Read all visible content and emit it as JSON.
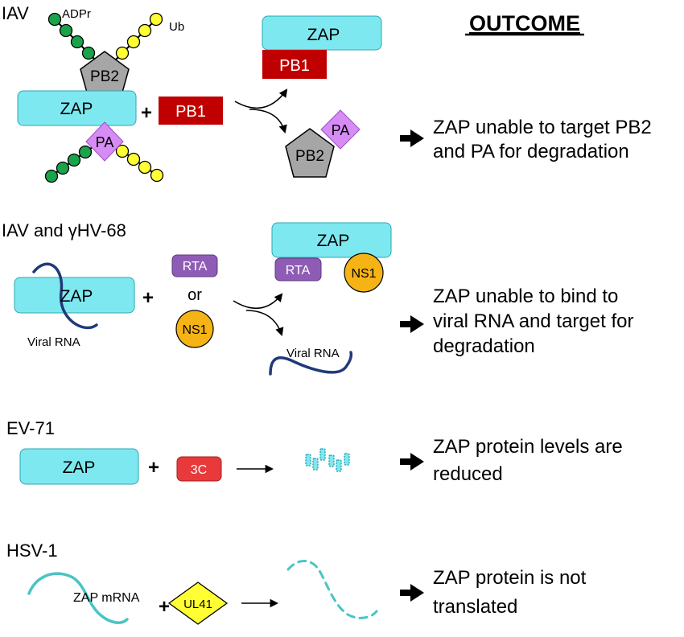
{
  "outcome_header": "OUTCOME",
  "colors": {
    "zap": "#7ee8f0",
    "pb1": "#c00000",
    "pentagon": "#a6a6a6",
    "pa": "#d78cf5",
    "adpr": "#1aa34a",
    "ub": "#ffff33",
    "rta": "#8e5cb5",
    "ns1": "#f5b316",
    "viral_rna": "#1f3a7a",
    "c3": "#e83a3a",
    "ul41": "#ffff33",
    "zap_mrna": "#49c4c4"
  },
  "panels": [
    {
      "title": "IAV",
      "labels": {
        "adpr": "ADPr",
        "ub": "Ub",
        "pb2": "PB2",
        "zap": "ZAP",
        "pa": "PA",
        "plus": "+",
        "pb1": "PB1",
        "product_zap": "ZAP",
        "product_pb1": "PB1",
        "product_pb2": "PB2",
        "product_pa": "PA"
      },
      "outcome": [
        "ZAP unable to target PB2",
        "and PA for degradation"
      ]
    },
    {
      "title": "IAV and γHV-68",
      "labels": {
        "zap": "ZAP",
        "viral_rna": "Viral RNA",
        "plus": "+",
        "rta": "RTA",
        "or": "or",
        "ns1": "NS1",
        "product_zap": "ZAP",
        "product_rta": "RTA",
        "product_ns1": "NS1",
        "product_viral_rna": "Viral RNA"
      },
      "outcome": [
        "ZAP unable to bind to",
        "viral RNA and target for",
        "degradation"
      ]
    },
    {
      "title": "EV-71",
      "labels": {
        "zap": "ZAP",
        "plus": "+",
        "c3": "3C"
      },
      "outcome": [
        "ZAP protein levels are",
        "reduced"
      ]
    },
    {
      "title": "HSV-1",
      "labels": {
        "zap_mrna": "ZAP mRNA",
        "plus": "+",
        "ul41": "UL41"
      },
      "outcome": [
        "ZAP protein is not",
        "translated"
      ]
    }
  ]
}
